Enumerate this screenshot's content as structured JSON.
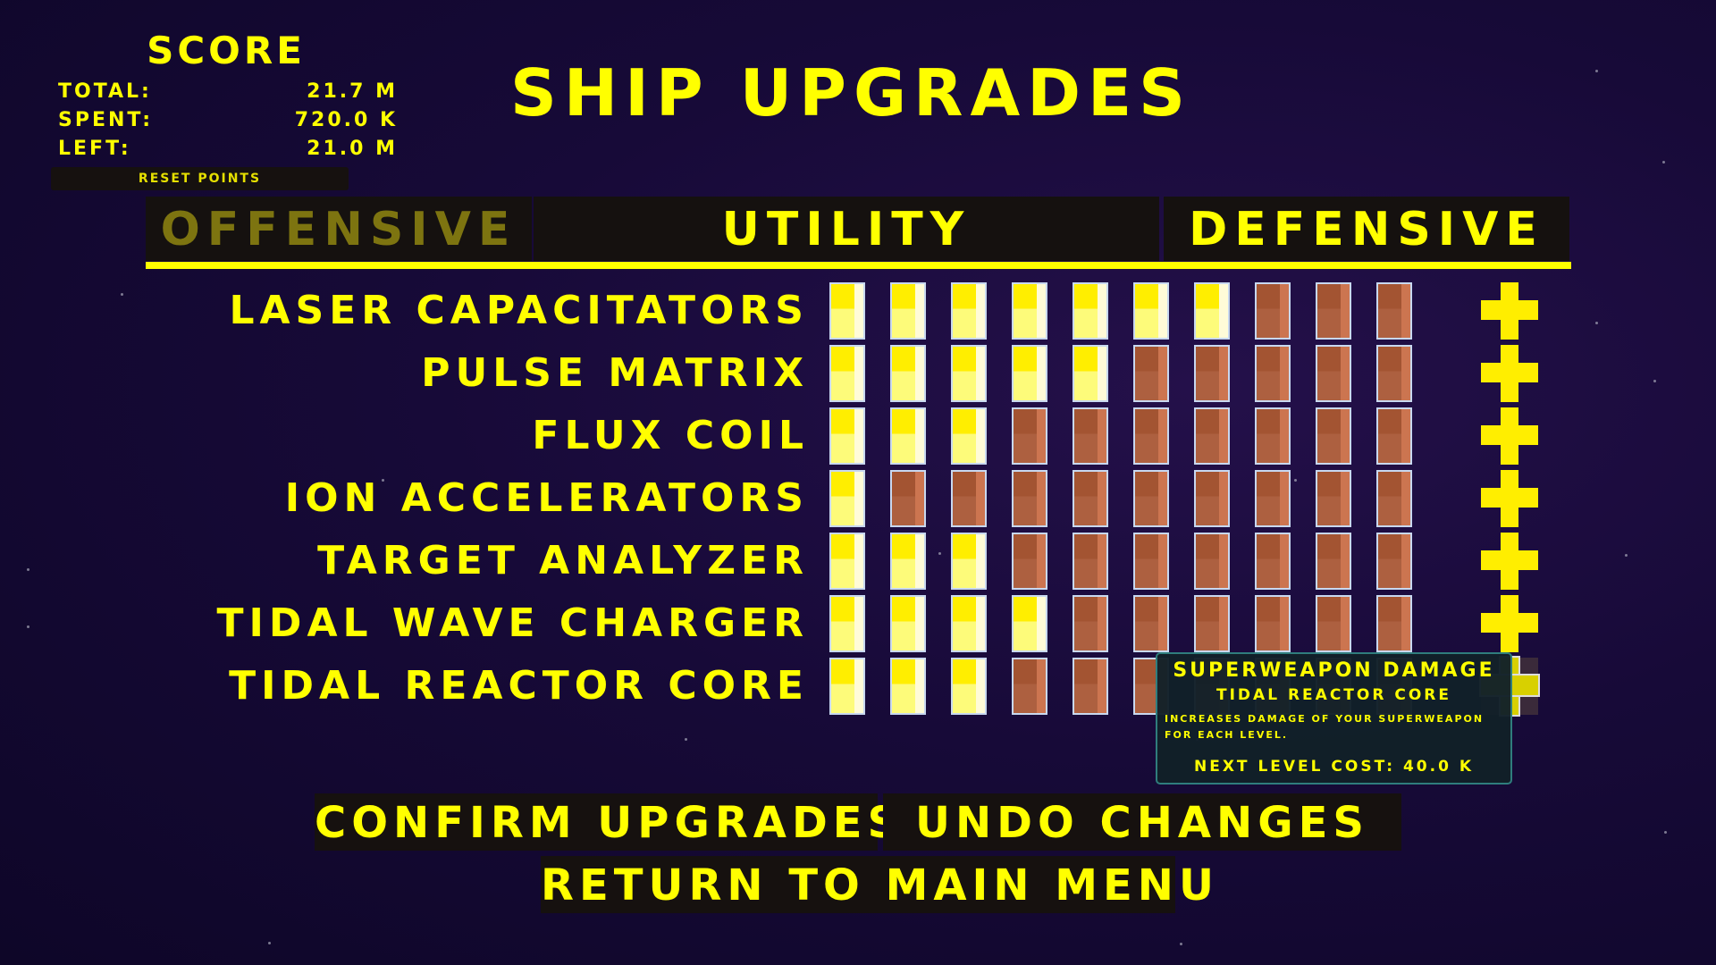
{
  "score": {
    "title": "SCORE",
    "rows": [
      {
        "label": "TOTAL:",
        "value": "21.7 M"
      },
      {
        "label": "SPENT:",
        "value": "720.0 K"
      },
      {
        "label": "LEFT:",
        "value": "21.0 M"
      }
    ],
    "reset_label": "RESET POINTS"
  },
  "title": "SHIP UPGRADES",
  "tabs": [
    {
      "label": "OFFENSIVE",
      "active": false
    },
    {
      "label": "UTILITY",
      "active": true
    },
    {
      "label": "DEFENSIVE",
      "active": false
    }
  ],
  "max_level": 10,
  "upgrades": [
    {
      "name": "LASER CAPACITATORS",
      "level": 7
    },
    {
      "name": "PULSE MATRIX",
      "level": 5
    },
    {
      "name": "FLUX COIL",
      "level": 3
    },
    {
      "name": "ION ACCELERATORS",
      "level": 1
    },
    {
      "name": "TARGET ANALYZER",
      "level": 3
    },
    {
      "name": "TIDAL WAVE CHARGER",
      "level": 4
    },
    {
      "name": "TIDAL REACTOR CORE",
      "level": 3
    }
  ],
  "tooltip": {
    "title": "SUPERWEAPON DAMAGE",
    "subtitle": "TIDAL REACTOR CORE",
    "description": "INCREASES DAMAGE OF YOUR SUPERWEAPON FOR EACH LEVEL.",
    "cost": "NEXT LEVEL COST: 40.0 K"
  },
  "buttons": {
    "confirm": "CONFIRM UPGRADES",
    "undo": "UNDO CHANGES",
    "return": "RETURN TO MAIN MENU"
  },
  "colors": {
    "accent": "#ffff00",
    "filled": "#ffee00",
    "empty": "#a35432"
  }
}
